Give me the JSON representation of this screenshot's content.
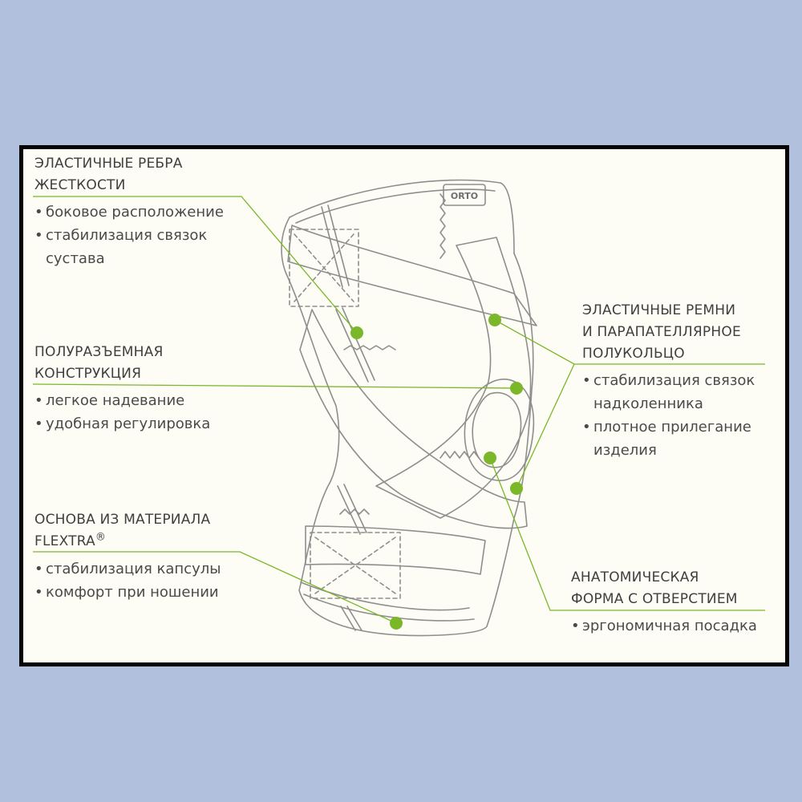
{
  "colors": {
    "background": "#b0c0dd",
    "panel": "#fdfdf6",
    "border": "#050505",
    "accent": "#7ab729",
    "heading": "#3f3f3f",
    "text": "#4a4a4a",
    "lineart": "#8e8e8e"
  },
  "brand": "ORTO",
  "callouts": {
    "ribs": {
      "title": [
        "ЭЛАСТИЧНЫЕ РЕБРА",
        "ЖЕСТКОСТИ"
      ],
      "bullets": [
        {
          "text": "боковое расположение"
        },
        {
          "text": "стабилизация связок",
          "cont": "сустава"
        }
      ]
    },
    "split": {
      "title": [
        "ПОЛУРАЗЪЕМНАЯ",
        "КОНСТРУКЦИЯ"
      ],
      "bullets": [
        {
          "text": "легкое надевание"
        },
        {
          "text": "удобная регулировка"
        }
      ]
    },
    "base": {
      "title": [
        "ОСНОВА ИЗ МАТЕРИАЛА",
        "FLEXTRA"
      ],
      "title_mark": "®",
      "bullets": [
        {
          "text": "стабилизация капсулы"
        },
        {
          "text": "комфорт при ношении"
        }
      ]
    },
    "straps": {
      "title": [
        "ЭЛАСТИЧНЫЕ РЕМНИ",
        "И ПАРАПАТЕЛЛЯРНОЕ",
        "ПОЛУКОЛЬЦО"
      ],
      "bullets": [
        {
          "text": "стабилизация связок",
          "cont": "надколенника"
        },
        {
          "text": "плотное прилегание",
          "cont": "изделия"
        }
      ]
    },
    "anatomic": {
      "title": [
        "АНАТОМИЧЕСКАЯ",
        "ФОРМА С ОТВЕРСТИЕМ"
      ],
      "bullets": [
        {
          "text": "эргономичная посадка"
        }
      ]
    }
  }
}
